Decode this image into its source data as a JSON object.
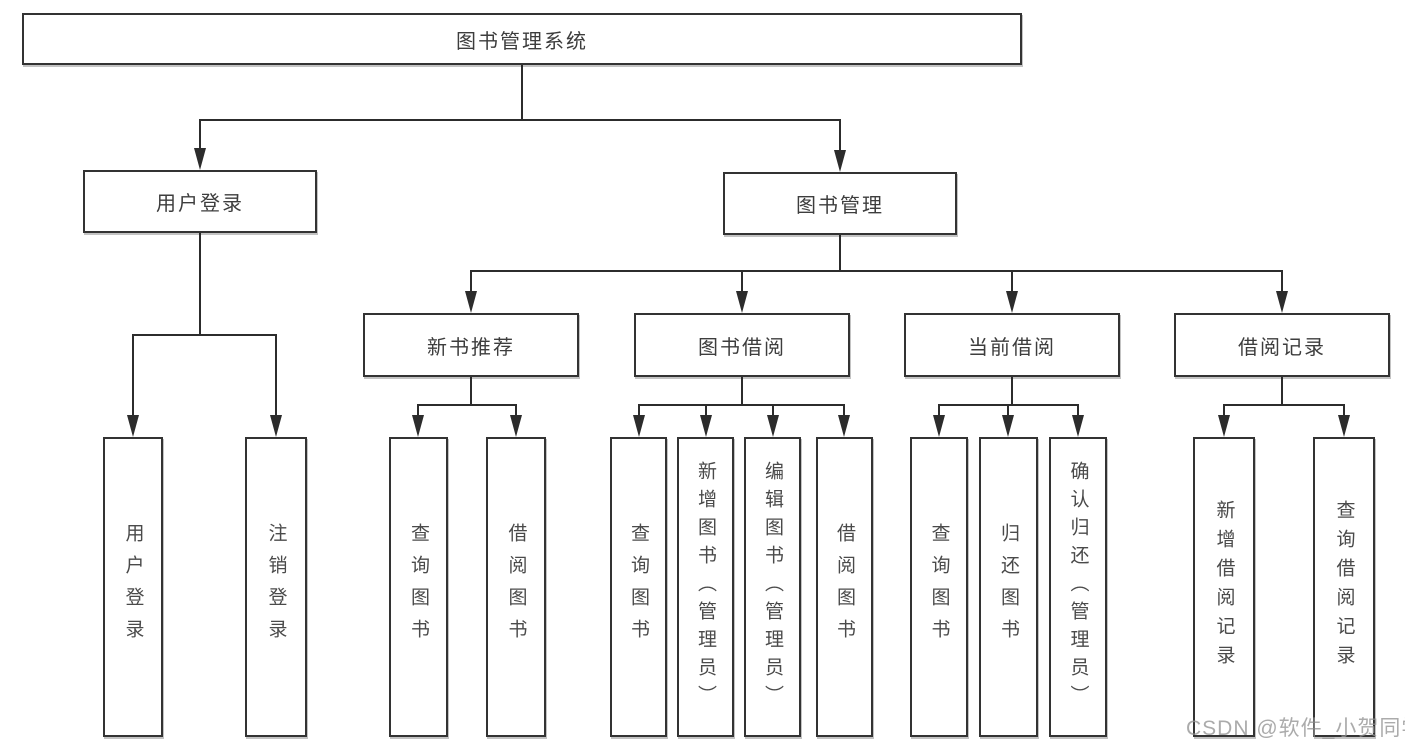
{
  "tree": {
    "root": {
      "label": "图书管理系统"
    },
    "branches": [
      {
        "label": "用户登录",
        "children": [
          {
            "label": "用户登录"
          },
          {
            "label": "注销登录"
          }
        ]
      },
      {
        "label": "图书管理",
        "children": [
          {
            "label": "新书推荐",
            "children": [
              {
                "label": "查询图书"
              },
              {
                "label": "借阅图书"
              }
            ]
          },
          {
            "label": "图书借阅",
            "children": [
              {
                "label": "查询图书"
              },
              {
                "label": "新增图书（管理员）"
              },
              {
                "label": "编辑图书（管理员）"
              },
              {
                "label": "借阅图书"
              }
            ]
          },
          {
            "label": "当前借阅",
            "children": [
              {
                "label": "查询图书"
              },
              {
                "label": "归还图书"
              },
              {
                "label": "确认归还（管理员）"
              }
            ]
          },
          {
            "label": "借阅记录",
            "children": [
              {
                "label": "新增借阅记录"
              },
              {
                "label": "查询借阅记录"
              }
            ]
          }
        ]
      }
    ]
  },
  "watermark": {
    "text": "CSDN @软件_小贺同学"
  },
  "colors": {
    "line": "#2c2c2c",
    "border": "#333333",
    "text": "#3d3d3d",
    "leaf_text": "#4a4a4a",
    "watermark": "#949494",
    "background": "#ffffff"
  }
}
